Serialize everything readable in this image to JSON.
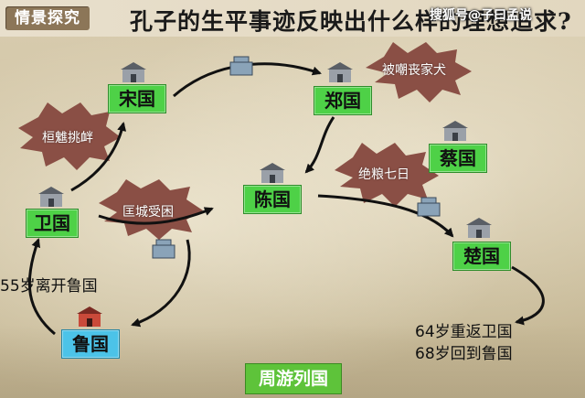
{
  "header": {
    "tag": "情景探究",
    "title": "孔子的生平事迹反映出什么样的理想追求?",
    "watermark": "搜狐号@子曰孟说"
  },
  "states": {
    "song": "宋国",
    "zheng": "郑国",
    "cai": "蔡国",
    "chen": "陈国",
    "wei": "卫国",
    "chu": "楚国",
    "lu": "鲁国"
  },
  "events": {
    "huantui": "桓魋挑衅",
    "beichao": "被嘲丧家犬",
    "juliang": "绝粮七日",
    "kuangcheng": "匡城受困"
  },
  "notes": {
    "leave_lu": "55岁离开鲁国",
    "return_wei": "64岁重返卫国",
    "return_lu": "68岁回到鲁国"
  },
  "footer": {
    "label": "周游列国"
  },
  "colors": {
    "state_green": "#4ed147",
    "state_blue": "#4cc3e8",
    "burst": "#8a4f45",
    "footer_green": "#5ec33a"
  }
}
